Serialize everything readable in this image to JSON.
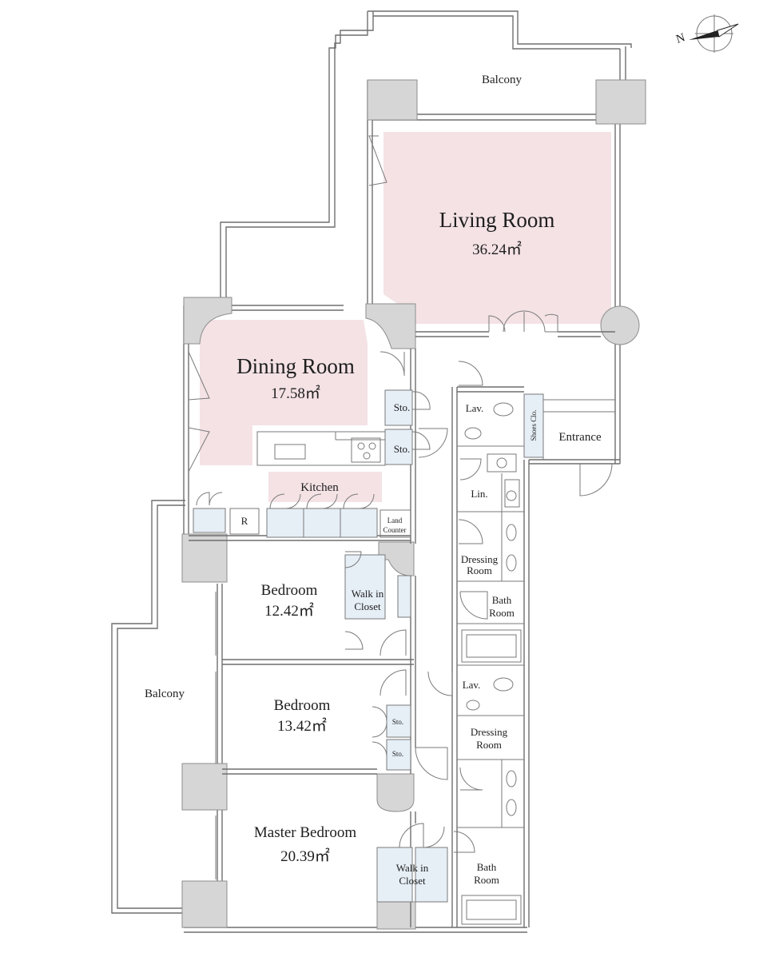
{
  "rooms": {
    "living": {
      "name": "Living Room",
      "area": "36.24㎡"
    },
    "dining": {
      "name": "Dining Room",
      "area": "17.58㎡"
    },
    "kitchen": {
      "name": "Kitchen"
    },
    "bedroom1": {
      "name": "Bedroom",
      "area": "12.42㎡"
    },
    "bedroom2": {
      "name": "Bedroom",
      "area": "13.42㎡"
    },
    "master": {
      "name": "Master Bedroom",
      "area": "20.39㎡"
    }
  },
  "labels": {
    "balcony_top": "Balcony",
    "balcony_left": "Balcony",
    "entrance": "Entrance",
    "shoes_closet": "Shoes Clo.",
    "storage": "Sto.",
    "lav": "Lav.",
    "linen": "Lin.",
    "dressing_line1": "Dressing",
    "dressing_line2": "Room",
    "bath_line1": "Bath",
    "bath_line2": "Room",
    "walkin_line1": "Walk in",
    "walkin_line2": "Closet",
    "refrigerator": "R",
    "laundry_line1": "Land",
    "laundry_line2": "Counter"
  },
  "compass": {
    "north_label": "N"
  },
  "colors": {
    "main_room_fill": "#f4e2e5",
    "storage_fill": "#e6eef6",
    "pillar_fill": "#d6d6d6",
    "wall_stroke": "#6f6f6f"
  }
}
